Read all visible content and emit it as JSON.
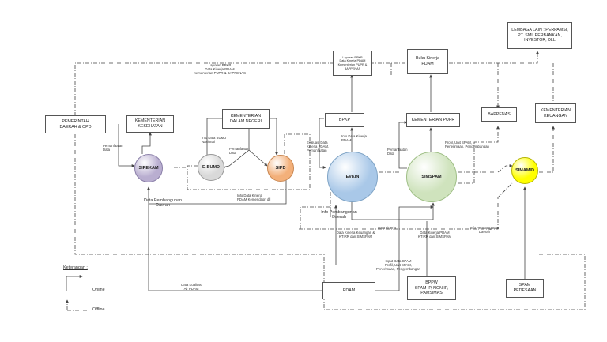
{
  "nodes": {
    "pemerintah": "PEMERINTAH\nDAERAH & OPD",
    "kemenkes": "KEMENTERIAN\nKESEHATAN",
    "kemendagri": "KEMENTERIAN\nDALAM NEGERI",
    "bpkp": "BPKP",
    "laporan_bpkp": "Laporan BPKP\nData Kinerja PDAM\nKementerian PUPR &\nBAPPENAS",
    "buku_kinerja": "Buku Kinerja\nPDAM",
    "kemen_pupr": "KEMENTERIAN PUPR",
    "lembaga": "LEMBAGA LAIN : PERPAMSI,\nPT. SMI, PERBANKAN,\nINVESTOR, DLL",
    "bappenas": "BAPPENAS",
    "kemenkeu": "KEMENTERIAN\nKEUANGAN",
    "pdam": "PDAM",
    "bppw": "BPPW\nSPAM IP, NON IP,\nPAMSIMAS",
    "spam_pedesaan": "SPAM\nPEDESAAN",
    "sipekam": "SIPEKAM",
    "ebumd": "E-BUMD",
    "sipd": "SIPD",
    "evkin": "EVKIN",
    "simspam": "SIMSPAM",
    "simamid": "SIMAMID"
  },
  "labels": {
    "top_report": "Laporan BPKP\nData Kinerja PDAM\nKementerian PUPR & BAPPENAS",
    "pemanfaatan_data_left": "Pemanfaatan\nData",
    "info_bumd": "Info Data BUMD\nNasional",
    "pemanfaatan_data_mid": "Pemanfaatan\nData",
    "evaluasi": "Evaluasi Data\nKinerja PDAM,\nPemanfaatan",
    "info_kinerja": "Info Data Kinerja\nPDAM",
    "pemanfaatan_pupr": "Pemanfaatan\nData",
    "profil": "Profil, Unit SPAM,\nPenerimaan, Pengembangan",
    "info_data_kinerja_sipd": "Info Data Kinerja\nPDAM Kemendagri dll",
    "data_pembangunan": "Data Pembangunan\nDaerah",
    "info_pembangunan": "Info Pembangunan\nDaerah",
    "info_pembangunan_right": "Info Pembangunan\nDaerah",
    "data_kinerja_evkin": "Data Kinerja Keuangan &\nKTIRR dan SIMSPAM",
    "data_kinerja_simspam": "Data Kinerja PDAM\nKTIRR dan SIMSPAM",
    "data_spam": "Data kinerja",
    "input_data": "Input Data SPAM\nProfil, Unit SPAM,\nPenerimaan, Pengembangan",
    "data_kualitas": "Data Kualitas\nAir PDAM",
    "keterangan": "Keterangan :",
    "online": "Online",
    "offline": "Offline"
  },
  "colors": {
    "sipekam": "#b9aed0",
    "ebumd": "#d9d9d9",
    "sipd": "#f3b07a",
    "evkin": "#a9c8e8",
    "simspam": "#cfe3bd",
    "simamid": "#ffff00",
    "line": "#444444"
  }
}
